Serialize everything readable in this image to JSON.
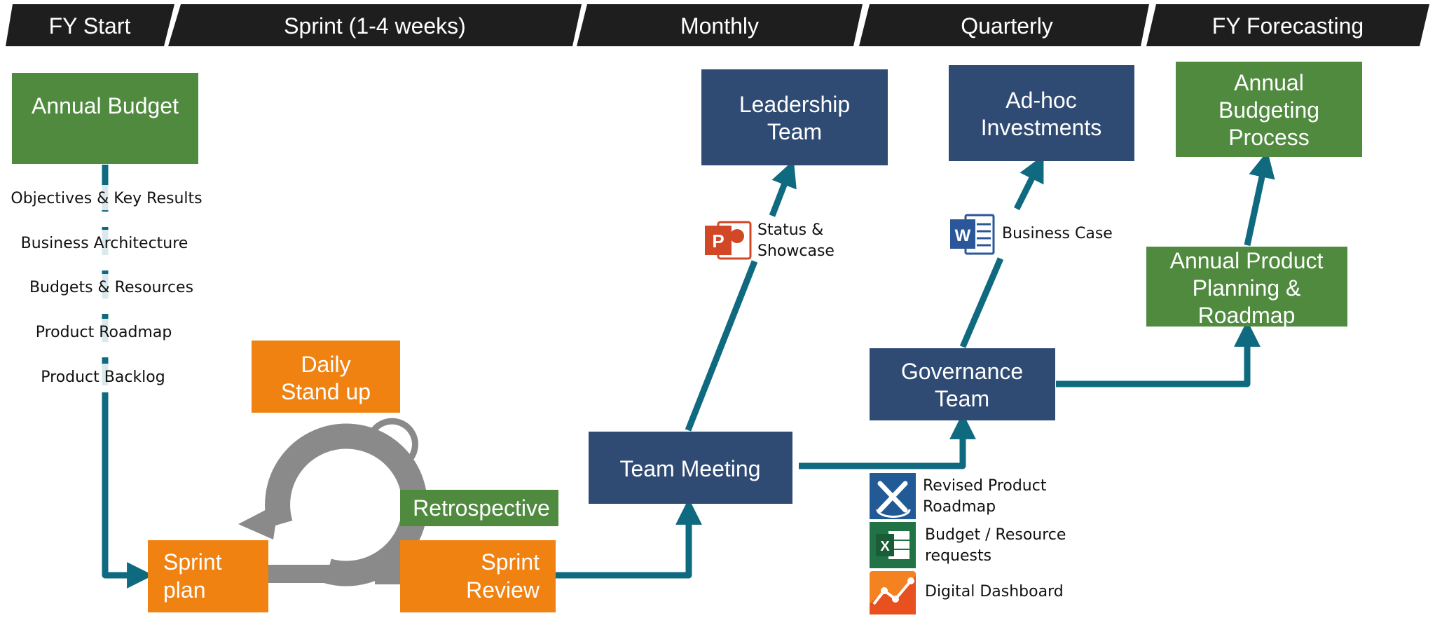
{
  "colors": {
    "header_bg": "#1e1e1e",
    "green": "#4f8a3f",
    "orange": "#f08212",
    "navy": "#2f4b73",
    "teal_arrow": "#0f6a80",
    "gray_cycle": "#8a8a8a"
  },
  "phases": [
    "FY Start",
    "Sprint (1-4 weeks)",
    "Monthly",
    "Quarterly",
    "FY Forecasting"
  ],
  "boxes": {
    "annual_budget": [
      "Annual Budget"
    ],
    "daily_standup": [
      "Daily",
      "Stand up"
    ],
    "retrospective": [
      "Retrospective"
    ],
    "sprint_plan": [
      "Sprint",
      "plan"
    ],
    "sprint_review": [
      "Sprint",
      "Review"
    ],
    "team_meeting": [
      "Team Meeting"
    ],
    "leadership_team": [
      "Leadership",
      "Team"
    ],
    "governance_team": [
      "Governance",
      "Team"
    ],
    "adhoc_investments": [
      "Ad-hoc",
      "Investments"
    ],
    "annual_product_planning": [
      "Annual Product",
      "Planning  &",
      "Roadmap"
    ],
    "annual_budgeting_process": [
      "Annual",
      "Budgeting",
      "Process"
    ]
  },
  "inputs": [
    "Objectives & Key Results",
    "Business Architecture",
    "Budgets & Resources",
    "Product Roadmap",
    "Product Backlog"
  ],
  "notes": {
    "status_showcase": [
      "Status &",
      "Showcase"
    ],
    "business_case": [
      "Business Case"
    ],
    "revised_roadmap": [
      "Revised Product",
      "Roadmap"
    ],
    "budget_requests": [
      "Budget / Resource",
      "requests"
    ],
    "digital_dashboard": [
      "Digital Dashboard"
    ]
  },
  "icons": {
    "powerpoint": {
      "name": "powerpoint-icon",
      "letter": "P",
      "color": "#d24726"
    },
    "word": {
      "name": "word-icon",
      "letter": "W",
      "color": "#2b579a"
    },
    "roadmap_tool": {
      "name": "roadmap-tool-icon",
      "color": "#215a94"
    },
    "excel": {
      "name": "excel-icon",
      "letter": "X",
      "color": "#217346"
    },
    "dashboard": {
      "name": "dashboard-icon",
      "color": "#f58220"
    }
  }
}
